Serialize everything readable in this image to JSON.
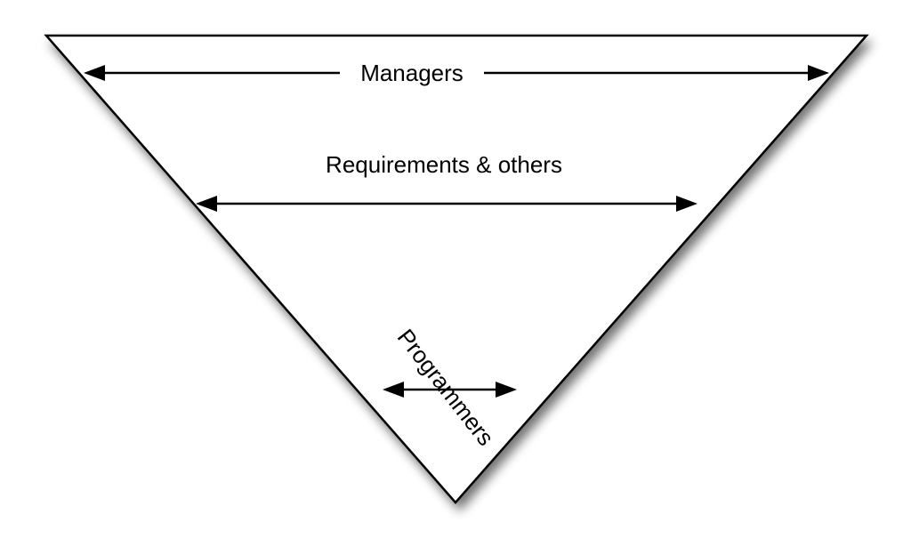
{
  "diagram": {
    "labels": {
      "managers": "Managers",
      "requirements": "Requirements & others",
      "programmers": "Programmers"
    }
  }
}
